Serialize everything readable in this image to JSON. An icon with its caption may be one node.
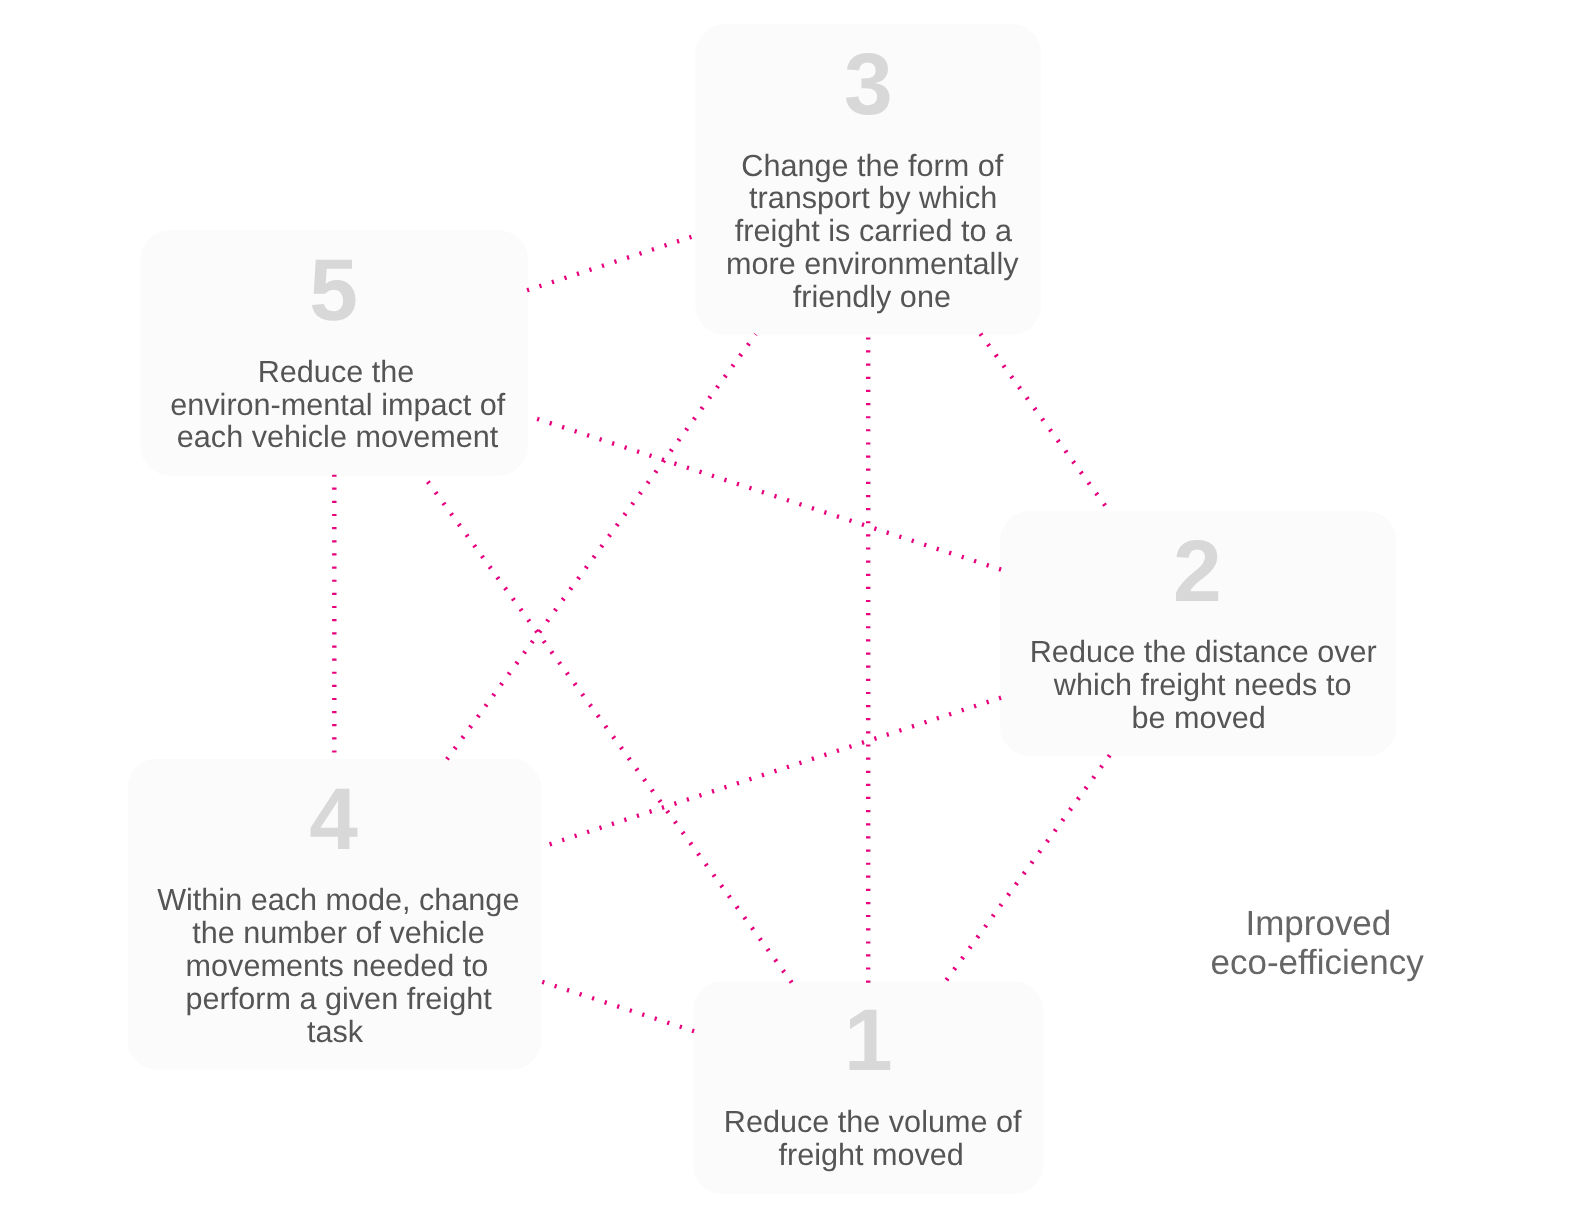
{
  "diagram": {
    "nodes": [
      {
        "text": [
          "Reduce the volume of freight moved"
        ],
        "beside": [
          "1"
        ]
      },
      {
        "text": [
          "Reduce the distance over which freight needs to be moved"
        ],
        "beside": [
          "2"
        ]
      },
      {
        "text": [
          "Reduce the environ-mental impact of each vehicle movement"
        ],
        "beside": [
          "5"
        ]
      },
      {
        "text": [
          "Change the form of transport by which freight is carried to a more environmentally friendly one"
        ],
        "beside": [
          "3"
        ]
      },
      {
        "text": [
          "Within each mode, change the number of vehicle movements needed to perform a given freight task"
        ],
        "beside": [
          "4"
        ]
      }
    ],
    "edges": [
      {
        "from": 0,
        "to": 2,
        "arrow": "none"
      },
      {
        "from": 2,
        "to": 4,
        "arrow": "none"
      },
      {
        "from": 4,
        "to": 3,
        "arrow": "none"
      },
      {
        "from": 3,
        "to": 1,
        "arrow": "none"
      },
      {
        "from": 1,
        "to": 0,
        "arrow": "none"
      },
      {
        "from": 0,
        "to": 3,
        "arrow": "none"
      },
      {
        "from": 0,
        "to": 4,
        "arrow": "none"
      },
      {
        "from": 1,
        "to": 2,
        "arrow": "none"
      },
      {
        "from": 1,
        "to": 4,
        "arrow": "none"
      },
      {
        "from": 2,
        "to": 3,
        "arrow": "none"
      }
    ],
    "labels": [
      "Improved eco-efficiency"
    ]
  }
}
